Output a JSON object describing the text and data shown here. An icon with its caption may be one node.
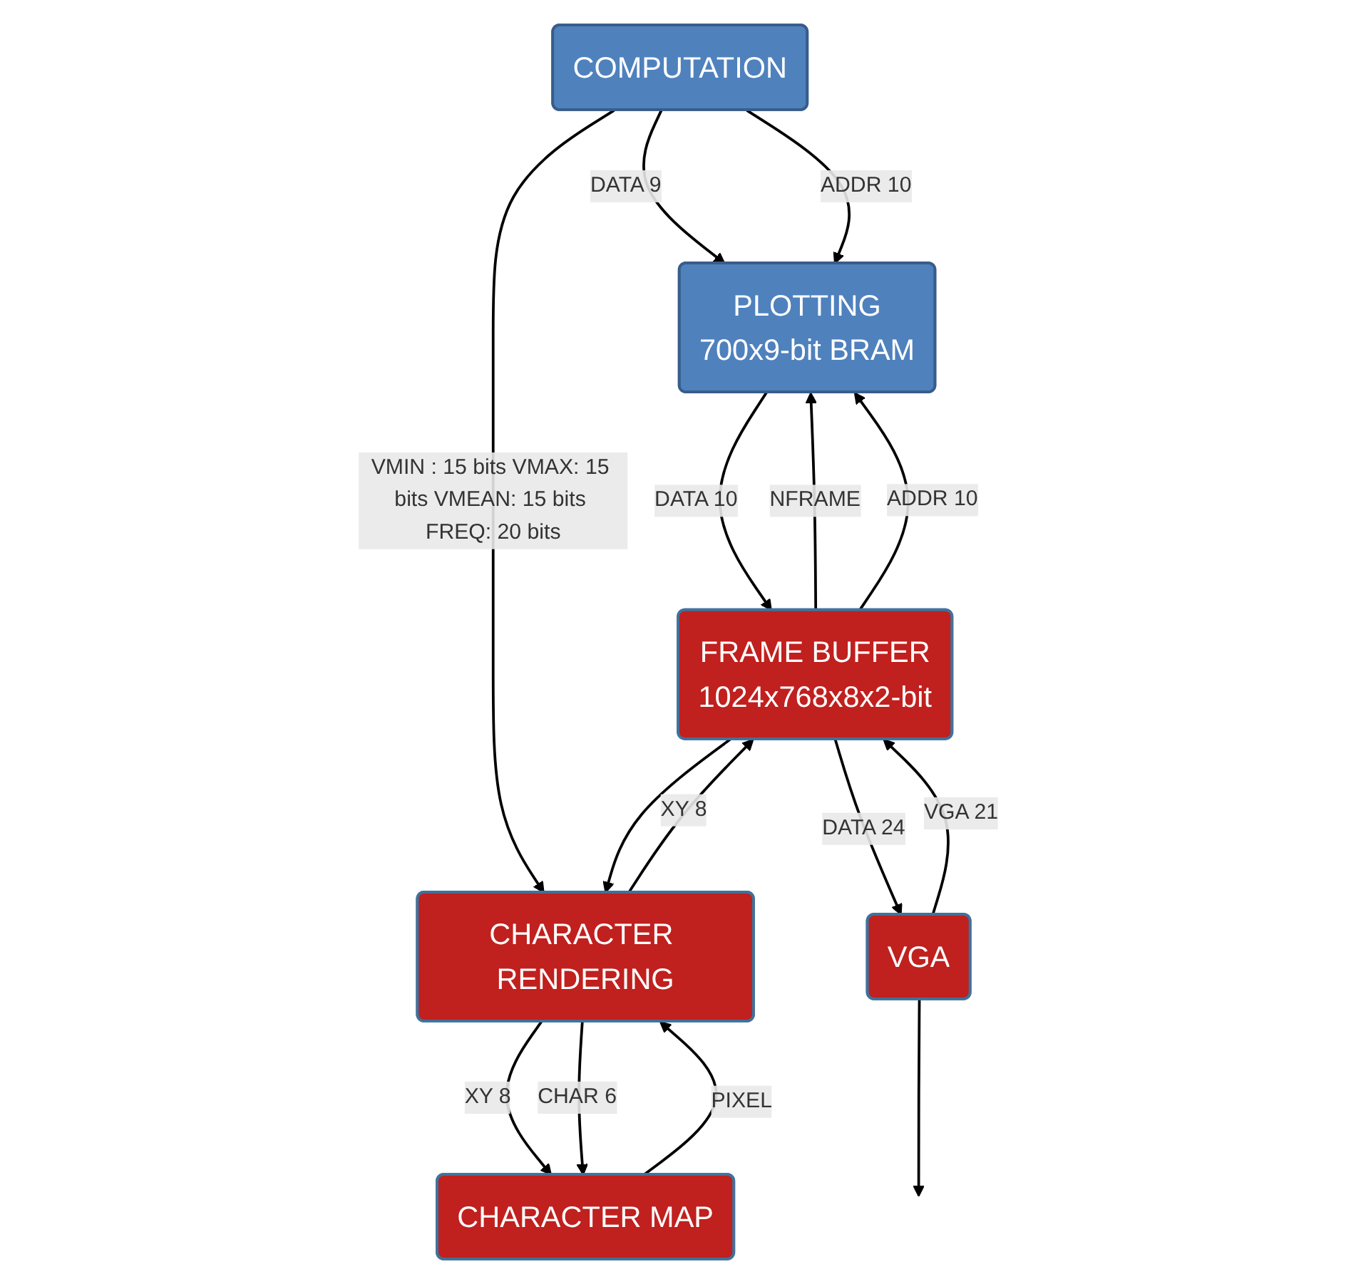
{
  "diagram": {
    "nodes": [
      {
        "text": [
          "COMPUTATION"
        ]
      },
      {
        "text": [
          "PLOTTING",
          "700x9-bit BRAM"
        ]
      },
      {
        "text": [
          "CHARACTER RENDERING"
        ]
      },
      {
        "text": [
          "FRAME BUFFER",
          "1024x768x8x2-bit"
        ]
      },
      {
        "text": [
          "CHARACTER MAP"
        ]
      },
      {
        "text": [
          "VGA"
        ]
      }
    ],
    "edges": [
      {
        "from": 0,
        "to": 1,
        "arrow": "to",
        "label": "DATA 9"
      },
      {
        "from": 0,
        "to": 1,
        "arrow": "to",
        "label": "ADDR 10"
      },
      {
        "from": 0,
        "to": 2,
        "arrow": "to",
        "label": "VMIN : 15 bits VMAX: 15 bits VMEAN: 15 bits FREQ: 20 bits"
      },
      {
        "from": 3,
        "to": 1,
        "arrow": "to",
        "label": "NFRAME"
      },
      {
        "from": 3,
        "to": 2,
        "arrow": "to"
      },
      {
        "from": 3,
        "to": 1,
        "arrow": "to",
        "label": "ADDR 10"
      },
      {
        "from": 1,
        "to": 3,
        "arrow": "to",
        "label": "DATA 10"
      },
      {
        "from": 2,
        "to": 3,
        "arrow": "to",
        "label": "XY 8"
      },
      {
        "from": 2,
        "to": 4,
        "arrow": "to",
        "label": "XY 8"
      },
      {
        "from": 4,
        "to": 2,
        "arrow": "to",
        "label": "PIXEL"
      },
      {
        "from": 2,
        "to": 4,
        "arrow": "to",
        "label": "CHAR 6"
      },
      {
        "from": 3,
        "to": 5,
        "arrow": "to",
        "label": "DATA 24"
      },
      {
        "from": 5,
        "to": 3,
        "arrow": "to",
        "label": "VGA 21"
      },
      {
        "from": 5,
        "to": null,
        "arrow": "to"
      }
    ]
  }
}
